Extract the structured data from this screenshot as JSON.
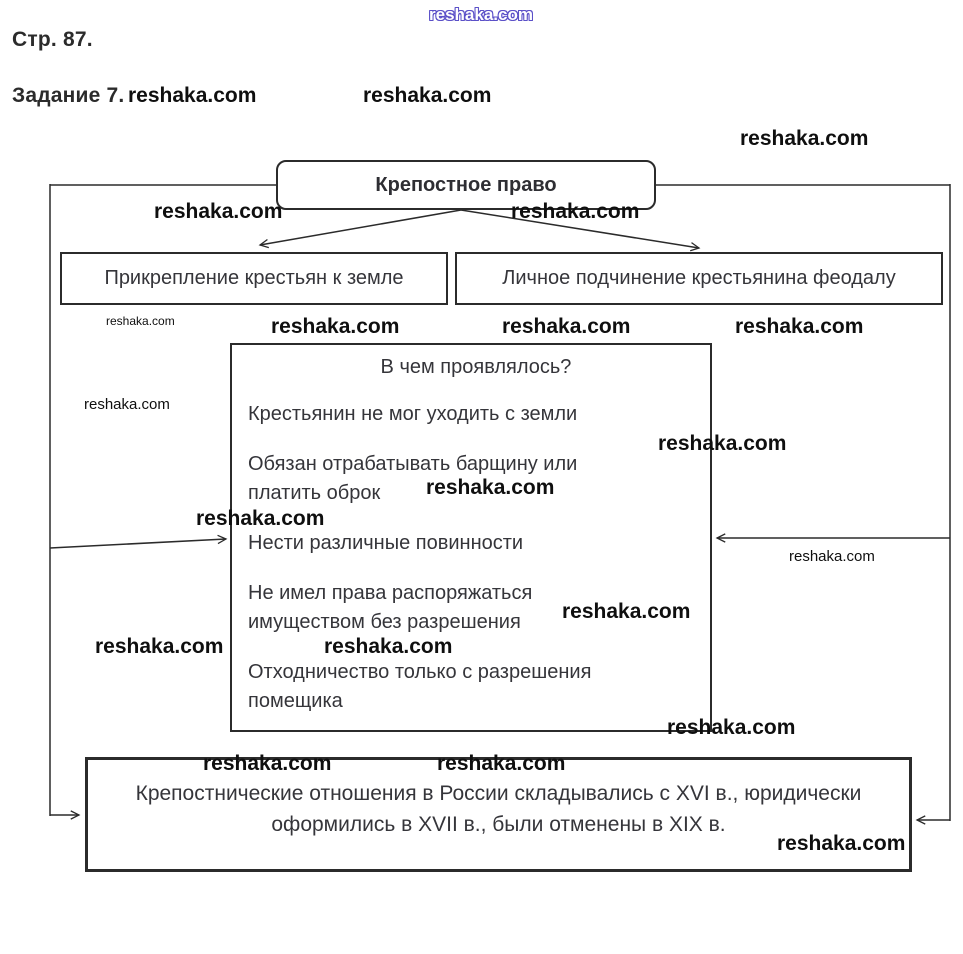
{
  "header": {
    "page_label": "Стр. 87.",
    "task_label": "Задание 7."
  },
  "watermark": {
    "text": "reshaka.com"
  },
  "colors": {
    "line": "#2b2b2b",
    "diagram_text": "#35353a",
    "watermark_text": "#0f0f0f",
    "watermark_outline": "#5b50c8",
    "background": "#ffffff"
  },
  "diagram": {
    "root_box": {
      "label": "Крепостное право"
    },
    "left_box": {
      "label": "Прикрепление крестьян к земле"
    },
    "right_box": {
      "label": "Личное подчинение крестьянина феодалу"
    },
    "detail_box": {
      "title": "В чем проявлялось?",
      "items": [
        "Крестьянин не мог уходить с земли",
        "Обязан отрабатывать барщину или\nплатить оброк",
        "Нести различные повинности",
        "Не имел права распоряжаться\nимуществом без разрешения",
        "Отходничество только с разрешения\nпомещика"
      ]
    },
    "summary_box": {
      "label": "Крепостнические отношения в России складывались с XVI в., юридически\nоформились в XVII в., были отменены в XIX в."
    }
  }
}
